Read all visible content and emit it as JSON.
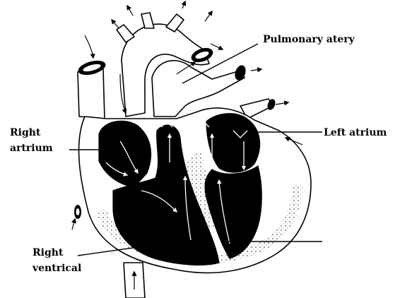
{
  "labels": {
    "pulmonary": "Pulmonary atery",
    "left_atrium": "Left atrium",
    "right_atrium_line1": "Right",
    "right_atrium_line2": "artrium",
    "right_ventricle_line1": "Right",
    "right_ventricle_line2": "ventrical"
  },
  "colors": {
    "ink": "#000000",
    "paper": "#ffffff"
  }
}
